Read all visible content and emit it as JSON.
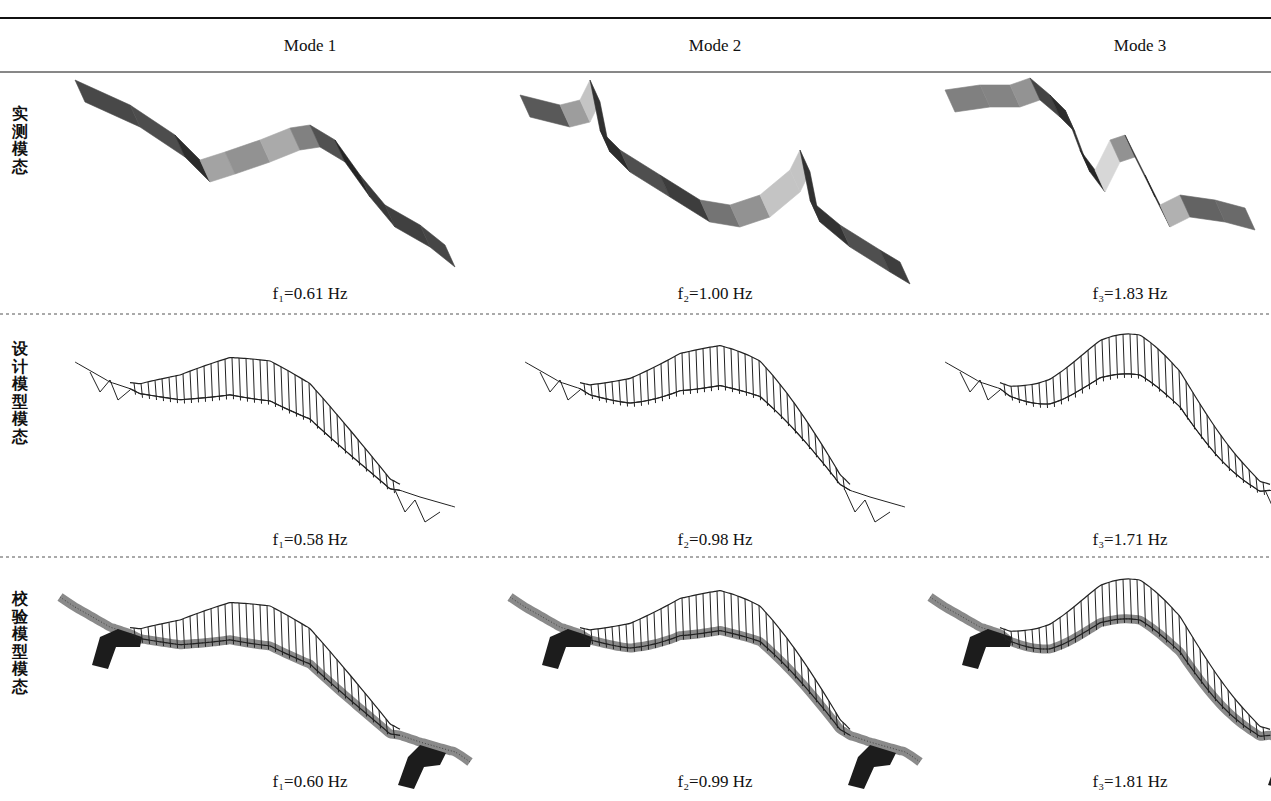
{
  "diagram": {
    "labels": [
      "Mode 1",
      "Mode 2",
      "Mode 3",
      "实测模态",
      "f₁=0.61 Hz",
      "f₂=1.00 Hz",
      "f₃=1.83 Hz",
      "设计模型模态",
      "f₁=0.58 Hz",
      "f₂=0.98 Hz",
      "f₃=1.71 Hz",
      "校验模型模态",
      "f₁=0.60 Hz",
      "f₂=0.99 Hz",
      "f₃=1.81 Hz"
    ]
  }
}
